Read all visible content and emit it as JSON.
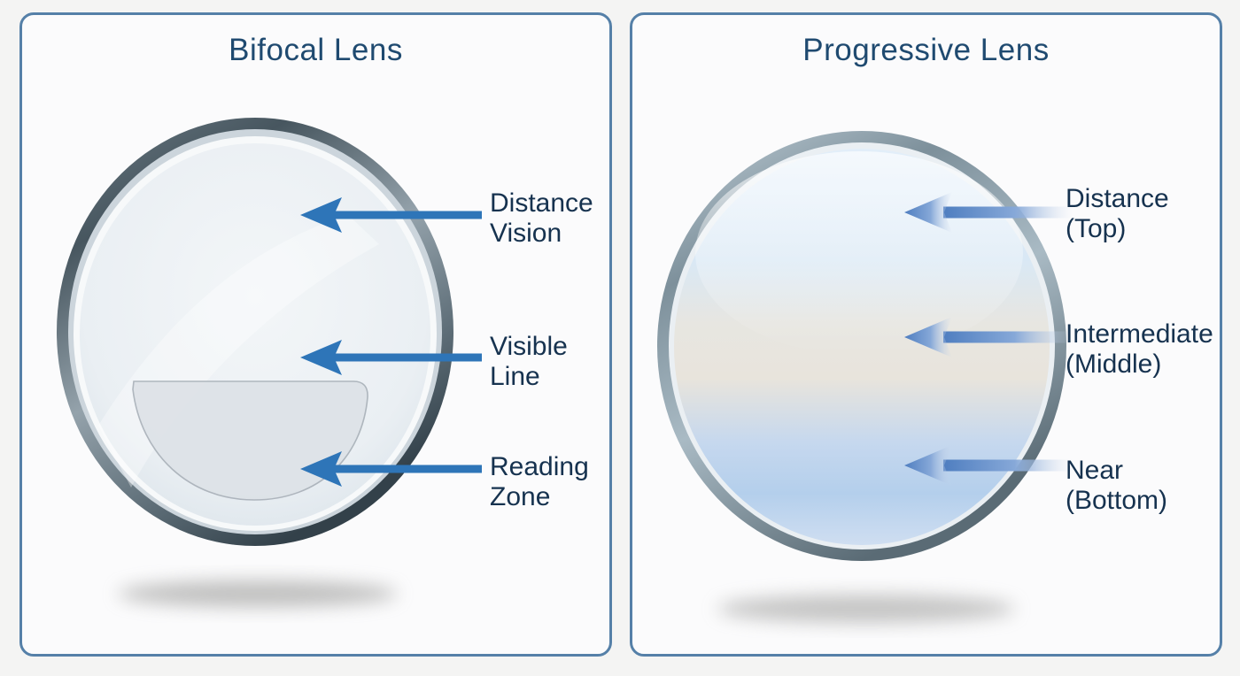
{
  "diagram": {
    "type": "lens-comparison-illustration"
  },
  "panels": [
    {
      "title": "Bifocal Lens",
      "labels": [
        {
          "line1": "Distance",
          "line2": "Vision"
        },
        {
          "line1": "Visible",
          "line2": "Line"
        },
        {
          "line1": "Reading",
          "line2": "Zone"
        }
      ]
    },
    {
      "title": "Progressive Lens",
      "labels": [
        {
          "line1": "Distance",
          "line2": "(Top)"
        },
        {
          "line1": "Intermediate",
          "line2": "(Middle)"
        },
        {
          "line1": "Near",
          "line2": "(Bottom)"
        }
      ]
    }
  ],
  "colors": {
    "page_background": "#f4f4f3",
    "panel_border": "#5580a8",
    "title_text": "#1f4a70",
    "label_text": "#16324f",
    "arrow_solid_blue": "#2e75b8",
    "arrow_gradient_head": "#4f7ec0",
    "bifocal_lens_glass": "#e9eef2",
    "bifocal_reading_segment": "#dde2e7",
    "progressive_zone_top": "#d9e8f5",
    "progressive_zone_middle": "#e7e6e1",
    "progressive_zone_bottom": "#b4cfec"
  }
}
